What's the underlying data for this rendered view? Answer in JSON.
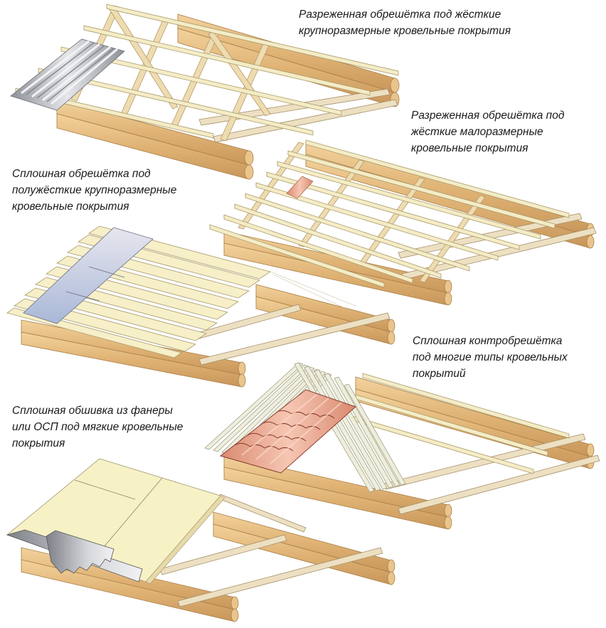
{
  "diagram": {
    "labels": [
      "Разреженная обрешётка под жёсткие\nкрупноразмерные кровельные покрытия",
      "Разреженная обрешётка под\nжёсткие малоразмерные\nкровельные покрытия",
      "Сплошная обрешётка под\nполужёсткие крупноразмерные\nкровельные покрытия",
      "Сплошная контробрешётка\nпод многие типы кровельных\nпокрытий",
      "Сплошная обшивка из фанеры\nили ОСП под мягкие кровельные\nпокрытия"
    ],
    "colors": {
      "log": "#e2b878",
      "log_dark": "#c8965a",
      "batten": "#f3ecc4",
      "rafter": "#ecd9ae",
      "board": "#f6efc8",
      "slate": "#bcc4d8",
      "metal": "#b9bcc2",
      "tile": "#e9a892",
      "osb": "#f7f1c6",
      "outline": "#8a7550"
    }
  }
}
